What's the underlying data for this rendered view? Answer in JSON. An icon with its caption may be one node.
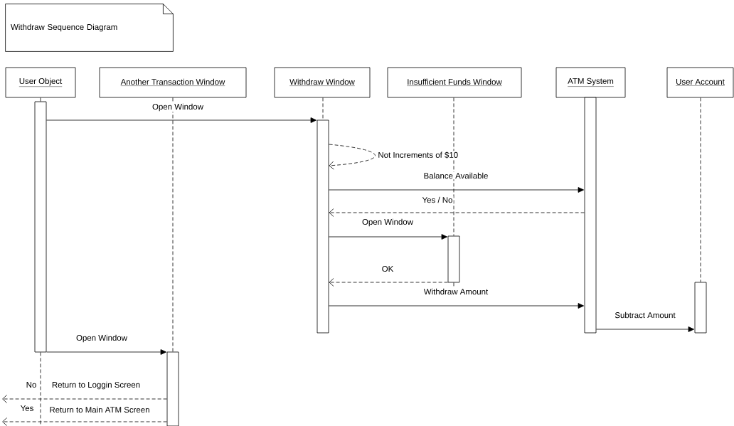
{
  "diagram": {
    "nodes": [
      {
        "text": [
          "Withdraw Sequence Diagram"
        ]
      },
      {
        "text": [
          "User Object"
        ]
      },
      {
        "text": [
          "Another Transaction Window"
        ]
      },
      {
        "text": [
          "Withdraw Window"
        ]
      },
      {
        "text": [
          "Insufficient Funds Window"
        ]
      },
      {
        "text": [
          "ATM System"
        ]
      },
      {
        "text": [
          "User Account"
        ]
      },
      {
        "text": [],
        "shape": "bar"
      },
      {
        "text": [],
        "shape": "bar"
      },
      {
        "text": [],
        "shape": "bar"
      },
      {
        "text": [],
        "shape": "bar"
      },
      {
        "text": [],
        "shape": "bar"
      },
      {
        "text": [],
        "shape": "bar"
      }
    ],
    "edges": [
      {
        "from": 1,
        "to": 7,
        "arrow": "none"
      },
      {
        "from": 2,
        "to": 8,
        "arrow": "none",
        "style": "dashed"
      },
      {
        "from": 3,
        "to": 9,
        "arrow": "none",
        "style": "dashed"
      },
      {
        "from": 4,
        "to": 10,
        "arrow": "none",
        "style": "dashed"
      },
      {
        "from": 6,
        "to": 12,
        "arrow": "none",
        "style": "dashed"
      },
      {
        "from": 7,
        "to": null,
        "arrow": "none",
        "style": "dashed"
      },
      {
        "from": 10,
        "to": null,
        "arrow": "none",
        "style": "dashed"
      },
      {
        "from": 7,
        "to": 9,
        "arrow": "to",
        "label": "Open Window"
      },
      {
        "from": 9,
        "to": 9,
        "arrow": "to",
        "style": "dashed",
        "label": "Not Increments of $10"
      },
      {
        "from": 9,
        "to": 11,
        "arrow": "to",
        "label": "Balance Available"
      },
      {
        "from": 11,
        "to": 9,
        "arrow": "to",
        "style": "dashed",
        "label": "Yes / No"
      },
      {
        "from": 9,
        "to": 10,
        "arrow": "to",
        "label": "Open Window"
      },
      {
        "from": 10,
        "to": 9,
        "arrow": "to",
        "style": "dashed",
        "label": "OK"
      },
      {
        "from": 9,
        "to": 11,
        "arrow": "to",
        "label": "Withdraw Amount"
      },
      {
        "from": 11,
        "to": 12,
        "arrow": "to",
        "label": "Subtract Amount"
      },
      {
        "from": 7,
        "to": 8,
        "arrow": "to",
        "label": "Open Window"
      },
      {
        "from": 8,
        "to": null,
        "arrow": "to",
        "style": "dashed",
        "label": "Return to Loggin Screen"
      },
      {
        "from": 8,
        "to": null,
        "arrow": "to",
        "style": "dashed",
        "label": "Return to Main ATM Screen"
      }
    ],
    "labels": [
      "No",
      "Yes"
    ]
  }
}
